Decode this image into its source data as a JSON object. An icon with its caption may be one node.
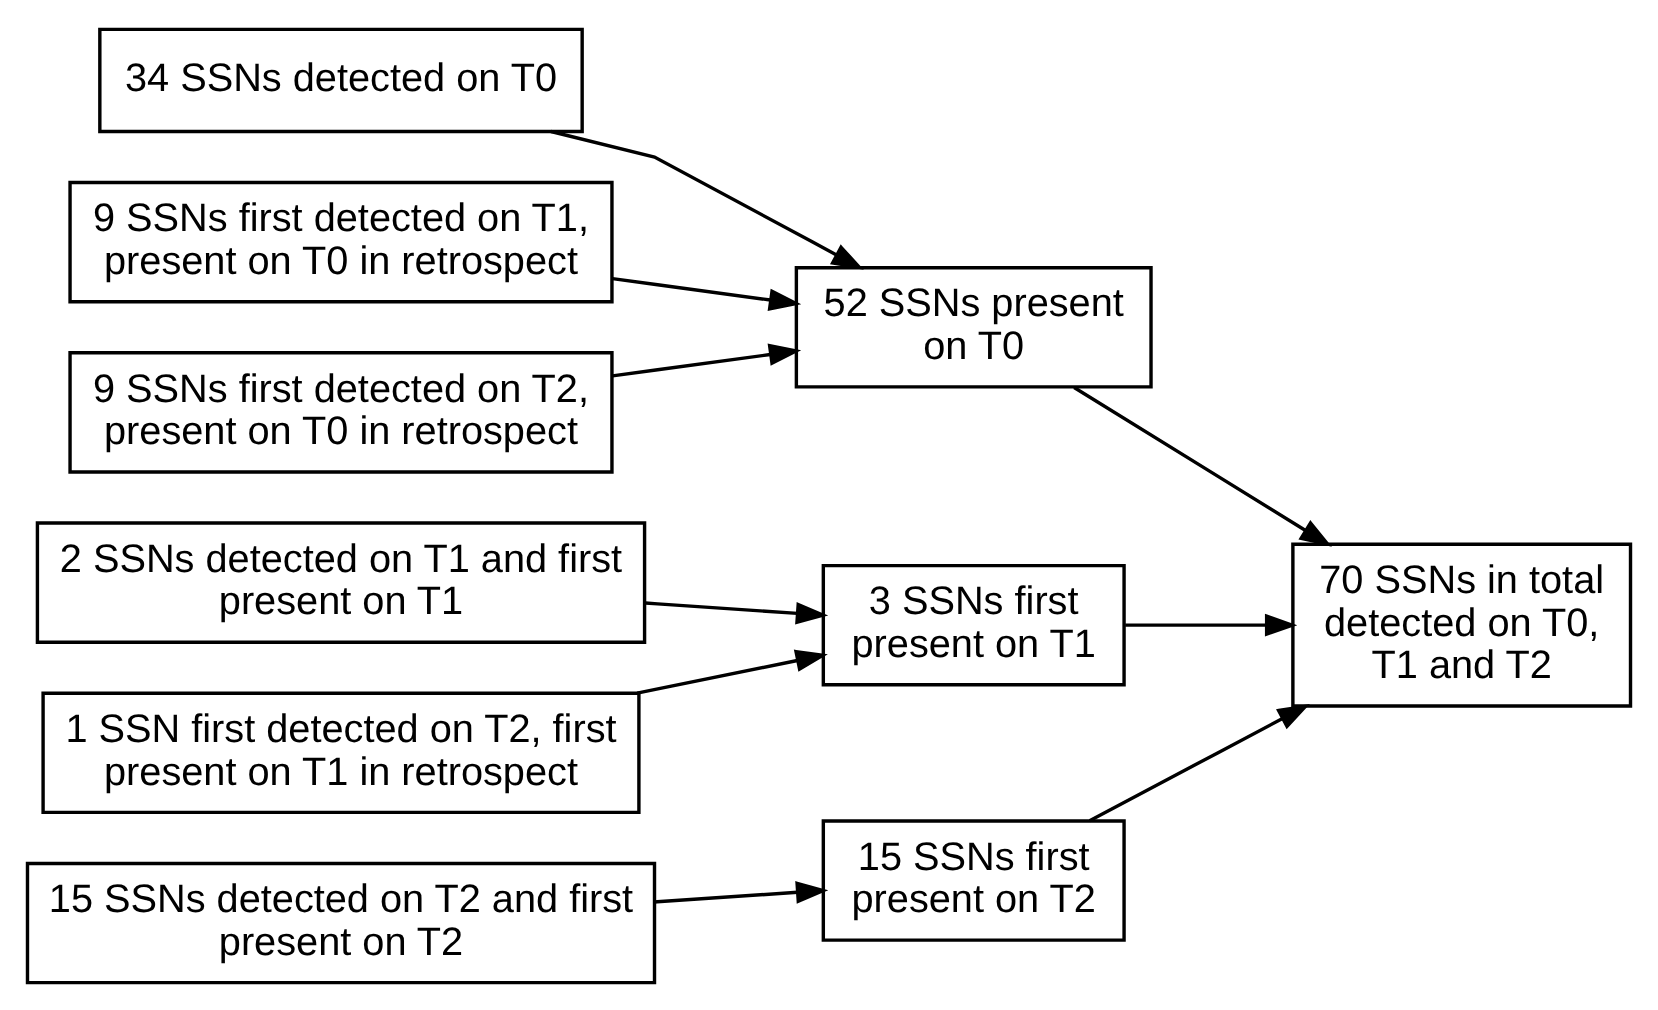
{
  "diagram": {
    "nodes": [
      {
        "text": [
          "34 SSNs detected on T0"
        ]
      },
      {
        "text": [
          "9 SSNs first detected on T1, present on T0 in retrospect"
        ]
      },
      {
        "text": [
          "9 SSNs first detected on T2, present on T0 in retrospect"
        ]
      },
      {
        "text": [
          "52 SSNs present on T0"
        ]
      },
      {
        "text": [
          "2 SSNs detected on T1 and first present on T1"
        ]
      },
      {
        "text": [
          "1 SSN first detected on T2, first present on T1 in retrospect"
        ]
      },
      {
        "text": [
          "3 SSNs first present on T1"
        ]
      },
      {
        "text": [
          "15 SSNs detected on T2 and first present on T2"
        ]
      },
      {
        "text": [
          "15 SSNs first present on T2"
        ]
      },
      {
        "text": [
          "70 SSNs in total detected on T0, T1 and T2"
        ]
      }
    ],
    "edges": [
      {
        "from": 0,
        "to": 3,
        "arrow": "to"
      },
      {
        "from": 1,
        "to": 3,
        "arrow": "to"
      },
      {
        "from": 2,
        "to": 3,
        "arrow": "to"
      },
      {
        "from": 4,
        "to": 6,
        "arrow": "to"
      },
      {
        "from": 5,
        "to": 6,
        "arrow": "to"
      },
      {
        "from": 7,
        "to": 8,
        "arrow": "to"
      },
      {
        "from": 3,
        "to": 9,
        "arrow": "to"
      },
      {
        "from": 6,
        "to": 9,
        "arrow": "to"
      },
      {
        "from": 8,
        "to": 9,
        "arrow": "to"
      }
    ]
  }
}
